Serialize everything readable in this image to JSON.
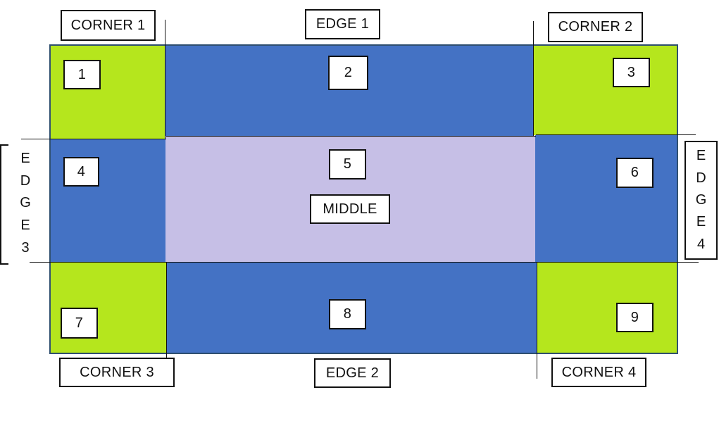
{
  "colors": {
    "corner": "#b5e61d",
    "edge": "#4472c4",
    "middle": "#c6bfe6"
  },
  "cells": [
    "1",
    "2",
    "3",
    "4",
    "5",
    "6",
    "7",
    "8",
    "9"
  ],
  "labels": {
    "corner1": "CORNER 1",
    "corner2": "CORNER 2",
    "corner3": "CORNER 3",
    "corner4": "CORNER 4",
    "edge1": "EDGE 1",
    "edge2": "EDGE 2",
    "middle": "MIDDLE",
    "edge3_letters": [
      "E",
      "D",
      "G",
      "E",
      "3"
    ],
    "edge4_letters": [
      "E",
      "D",
      "G",
      "E",
      "4"
    ]
  }
}
